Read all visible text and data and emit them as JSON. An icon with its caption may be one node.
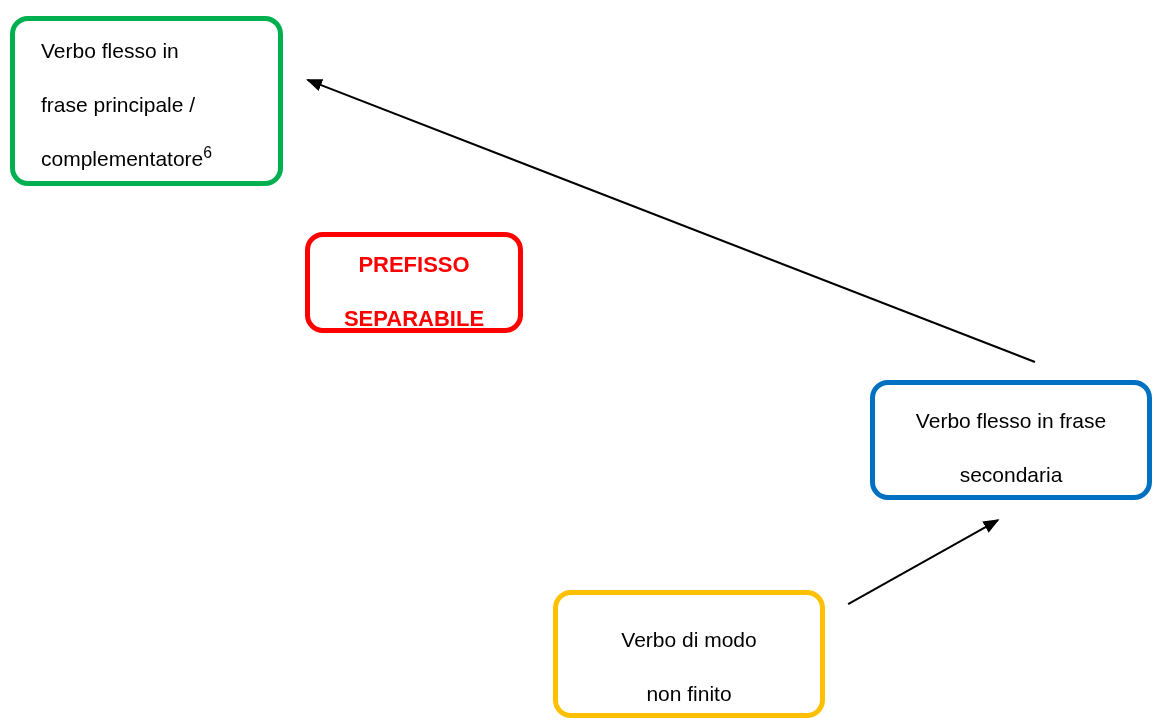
{
  "diagram": {
    "nodes": [
      {
        "text": [
          "Verbo flesso in frase principale / complementatore$^{6}$"
        ]
      },
      {
        "text": [
          "PREFISSO SEPARABILE"
        ]
      },
      {
        "text": [
          "Verbo flesso in frase secondaria"
        ]
      },
      {
        "text": [
          "Verbo di modo non finito"
        ]
      }
    ],
    "edges": [
      {
        "from": 2,
        "to": 0,
        "arrow": "to"
      },
      {
        "from": 3,
        "to": 2,
        "arrow": "to"
      }
    ]
  }
}
